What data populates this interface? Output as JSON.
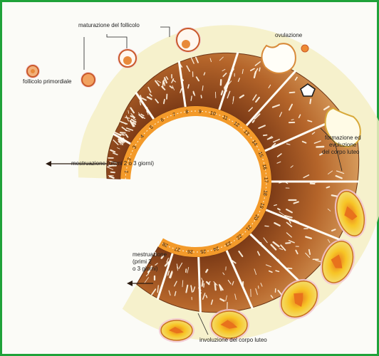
{
  "labels": {
    "primordial": "follicolo primordiale",
    "maturation": "maturazione del follicolo",
    "ovulation": "ovulazione",
    "corpus_formation_l1": "formazione ed",
    "corpus_formation_l2": "evoluzione",
    "corpus_formation_l3": "del corpo luteo",
    "menstruation_late": "mestruazione (ultimi 2 o 3 giorni)",
    "menstruation_early_l1": "mestruazione",
    "menstruation_early_l2": "(primi 2",
    "menstruation_early_l3": "o 3 giorni)",
    "involution": "involuzione del corpo luteo"
  },
  "days": [
    "1",
    "2",
    "3",
    "4",
    "5",
    "6",
    "7",
    "8",
    "9",
    "10",
    "11",
    "12",
    "13",
    "14",
    "15",
    "16",
    "17",
    "18",
    "19",
    "20",
    "21",
    "22",
    "23",
    "24",
    "25",
    "26",
    "27",
    "28"
  ],
  "colors": {
    "frame": "#1fa23a",
    "tissue": "#b5652a",
    "tissue_dark": "#6b3314",
    "band": "#f39a2a",
    "pale": "#f5efc4",
    "corpus": "#f7c526",
    "corpus_core": "#e8721c"
  },
  "icons": [
    "pentagon-outline-icon",
    "arrow-left-icon"
  ]
}
